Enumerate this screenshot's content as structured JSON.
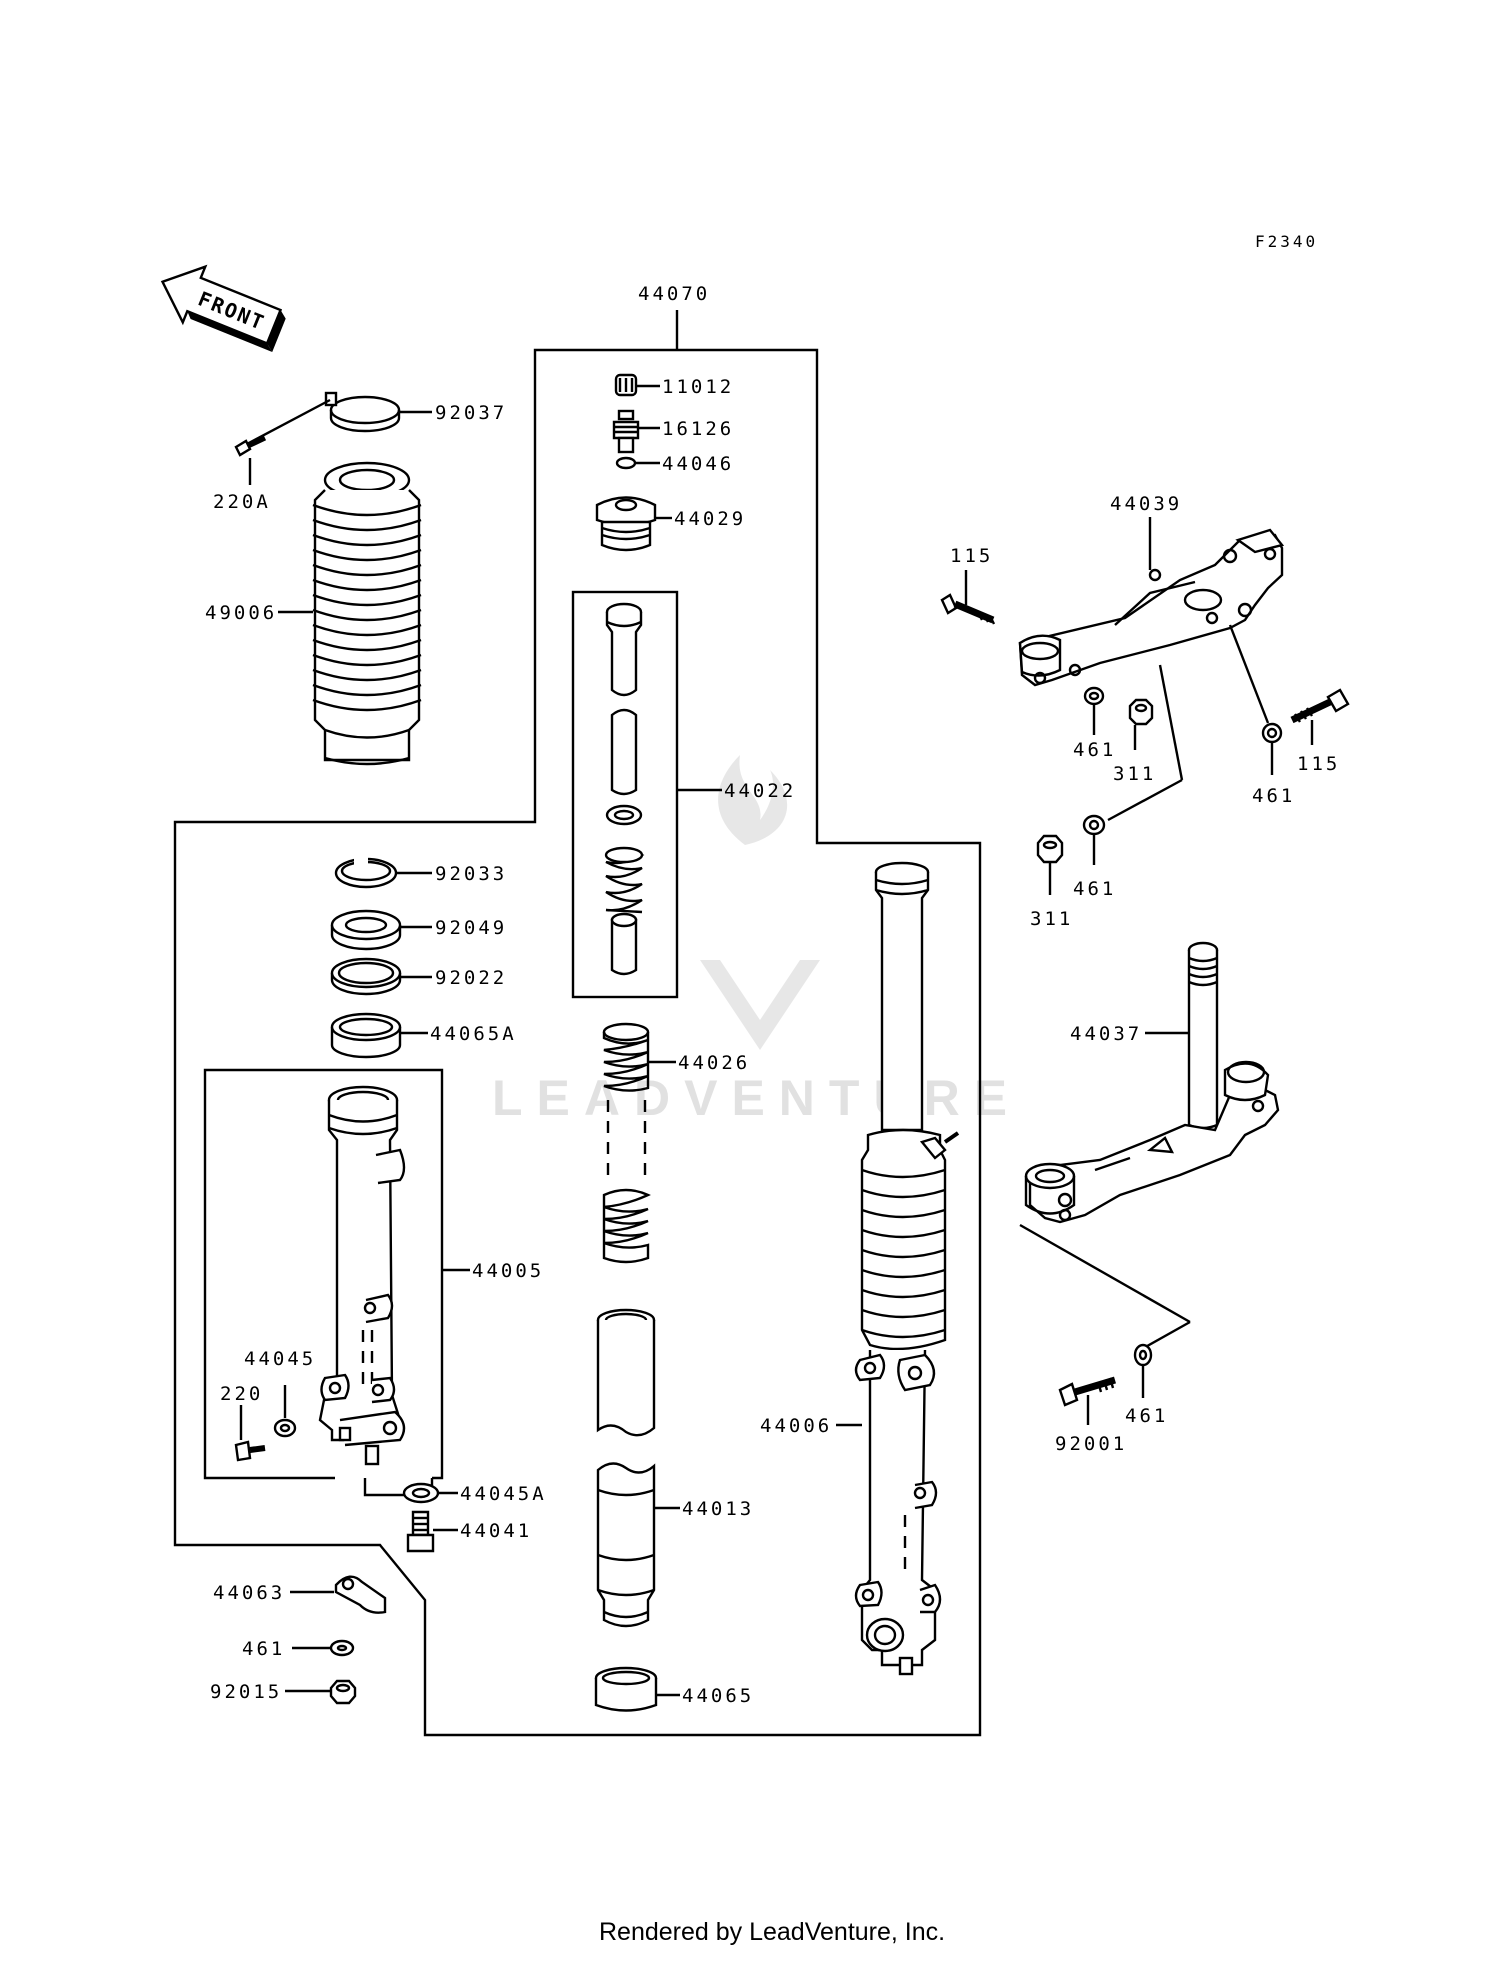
{
  "diagram_code": "F2340",
  "front_indicator": "FRONT",
  "watermark": "LEADVENTURE",
  "footer": "Rendered by LeadVenture, Inc.",
  "part_labels": {
    "p44070": "44070",
    "p11012": "11012",
    "p16126": "16126",
    "p44046": "44046",
    "p44029": "44029",
    "p44022": "44022",
    "p44026": "44026",
    "p44013": "44013",
    "p44065": "44065",
    "p44006": "44006",
    "p92037": "92037",
    "p220A": "220A",
    "p49006": "49006",
    "p92033": "92033",
    "p92049": "92049",
    "p92022": "92022",
    "p44065A": "44065A",
    "p44005": "44005",
    "p44045": "44045",
    "p220": "220",
    "p44045A": "44045A",
    "p44041": "44041",
    "p44063": "44063",
    "p461_left": "461",
    "p92015": "92015",
    "p44039": "44039",
    "p115_top": "115",
    "p461_a": "461",
    "p311_a": "311",
    "p461_b": "461",
    "p115_right": "115",
    "p311_b": "311",
    "p461_c": "461",
    "p44037": "44037",
    "p92001": "92001",
    "p461_d": "461"
  }
}
